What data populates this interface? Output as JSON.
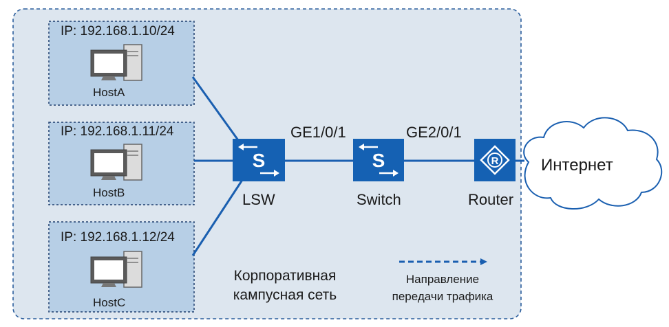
{
  "hosts": [
    {
      "ip": "IP: 192.168.1.10/24",
      "name": "HostA"
    },
    {
      "ip": "IP: 192.168.1.11/24",
      "name": "HostB"
    },
    {
      "ip": "IP: 192.168.1.12/24",
      "name": "HostC"
    }
  ],
  "devices": {
    "lsw": "LSW",
    "switch": "Switch",
    "router": "Router",
    "switch_symbol": "S",
    "router_symbol": "R"
  },
  "ports": {
    "lsw_switch": "GE1/0/1",
    "switch_router": "GE2/0/1"
  },
  "cloud": {
    "label": "Интернет"
  },
  "campus": {
    "line1": "Корпоративная",
    "line2": "кампусная сеть"
  },
  "legend": {
    "line1": "Направление",
    "line2": "передачи трафика"
  },
  "colors": {
    "campus_fill": "#dde6ef",
    "host_fill": "#b7cfe6",
    "device_blue": "#1561b3",
    "line_blue": "#1a5fb0",
    "border_dashed": "#2a5d9c"
  }
}
